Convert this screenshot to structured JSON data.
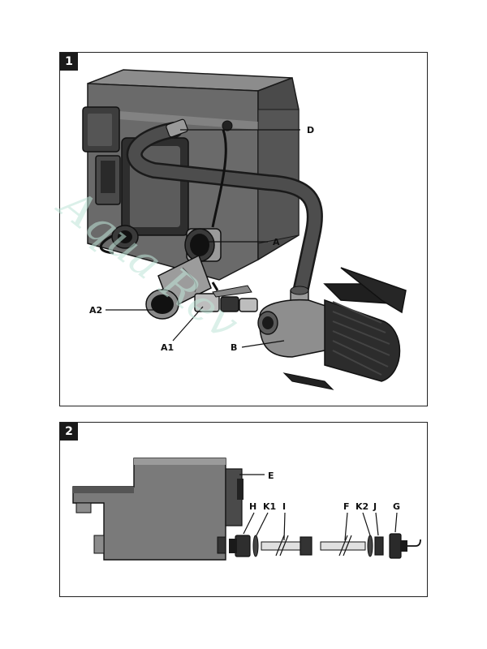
{
  "figure1": {
    "number": "1",
    "labels": {
      "D": "D",
      "A": "A",
      "A2": "A2",
      "A1": "A1",
      "B": "B"
    }
  },
  "figure2": {
    "number": "2",
    "labels": {
      "E": "E",
      "H": "H",
      "K1": "K1",
      "I": "I",
      "F": "F",
      "K2": "K2",
      "J": "J",
      "G": "G"
    }
  },
  "watermark": {
    "text": "Aqua Rev"
  },
  "colors": {
    "housing_dark": "#555555",
    "housing_mid": "#7d7d7d",
    "housing_light": "#a8a8a8",
    "pump_body": "#8a8a8a",
    "motor": "#2a2a2a",
    "outline": "#1a1a1a"
  }
}
